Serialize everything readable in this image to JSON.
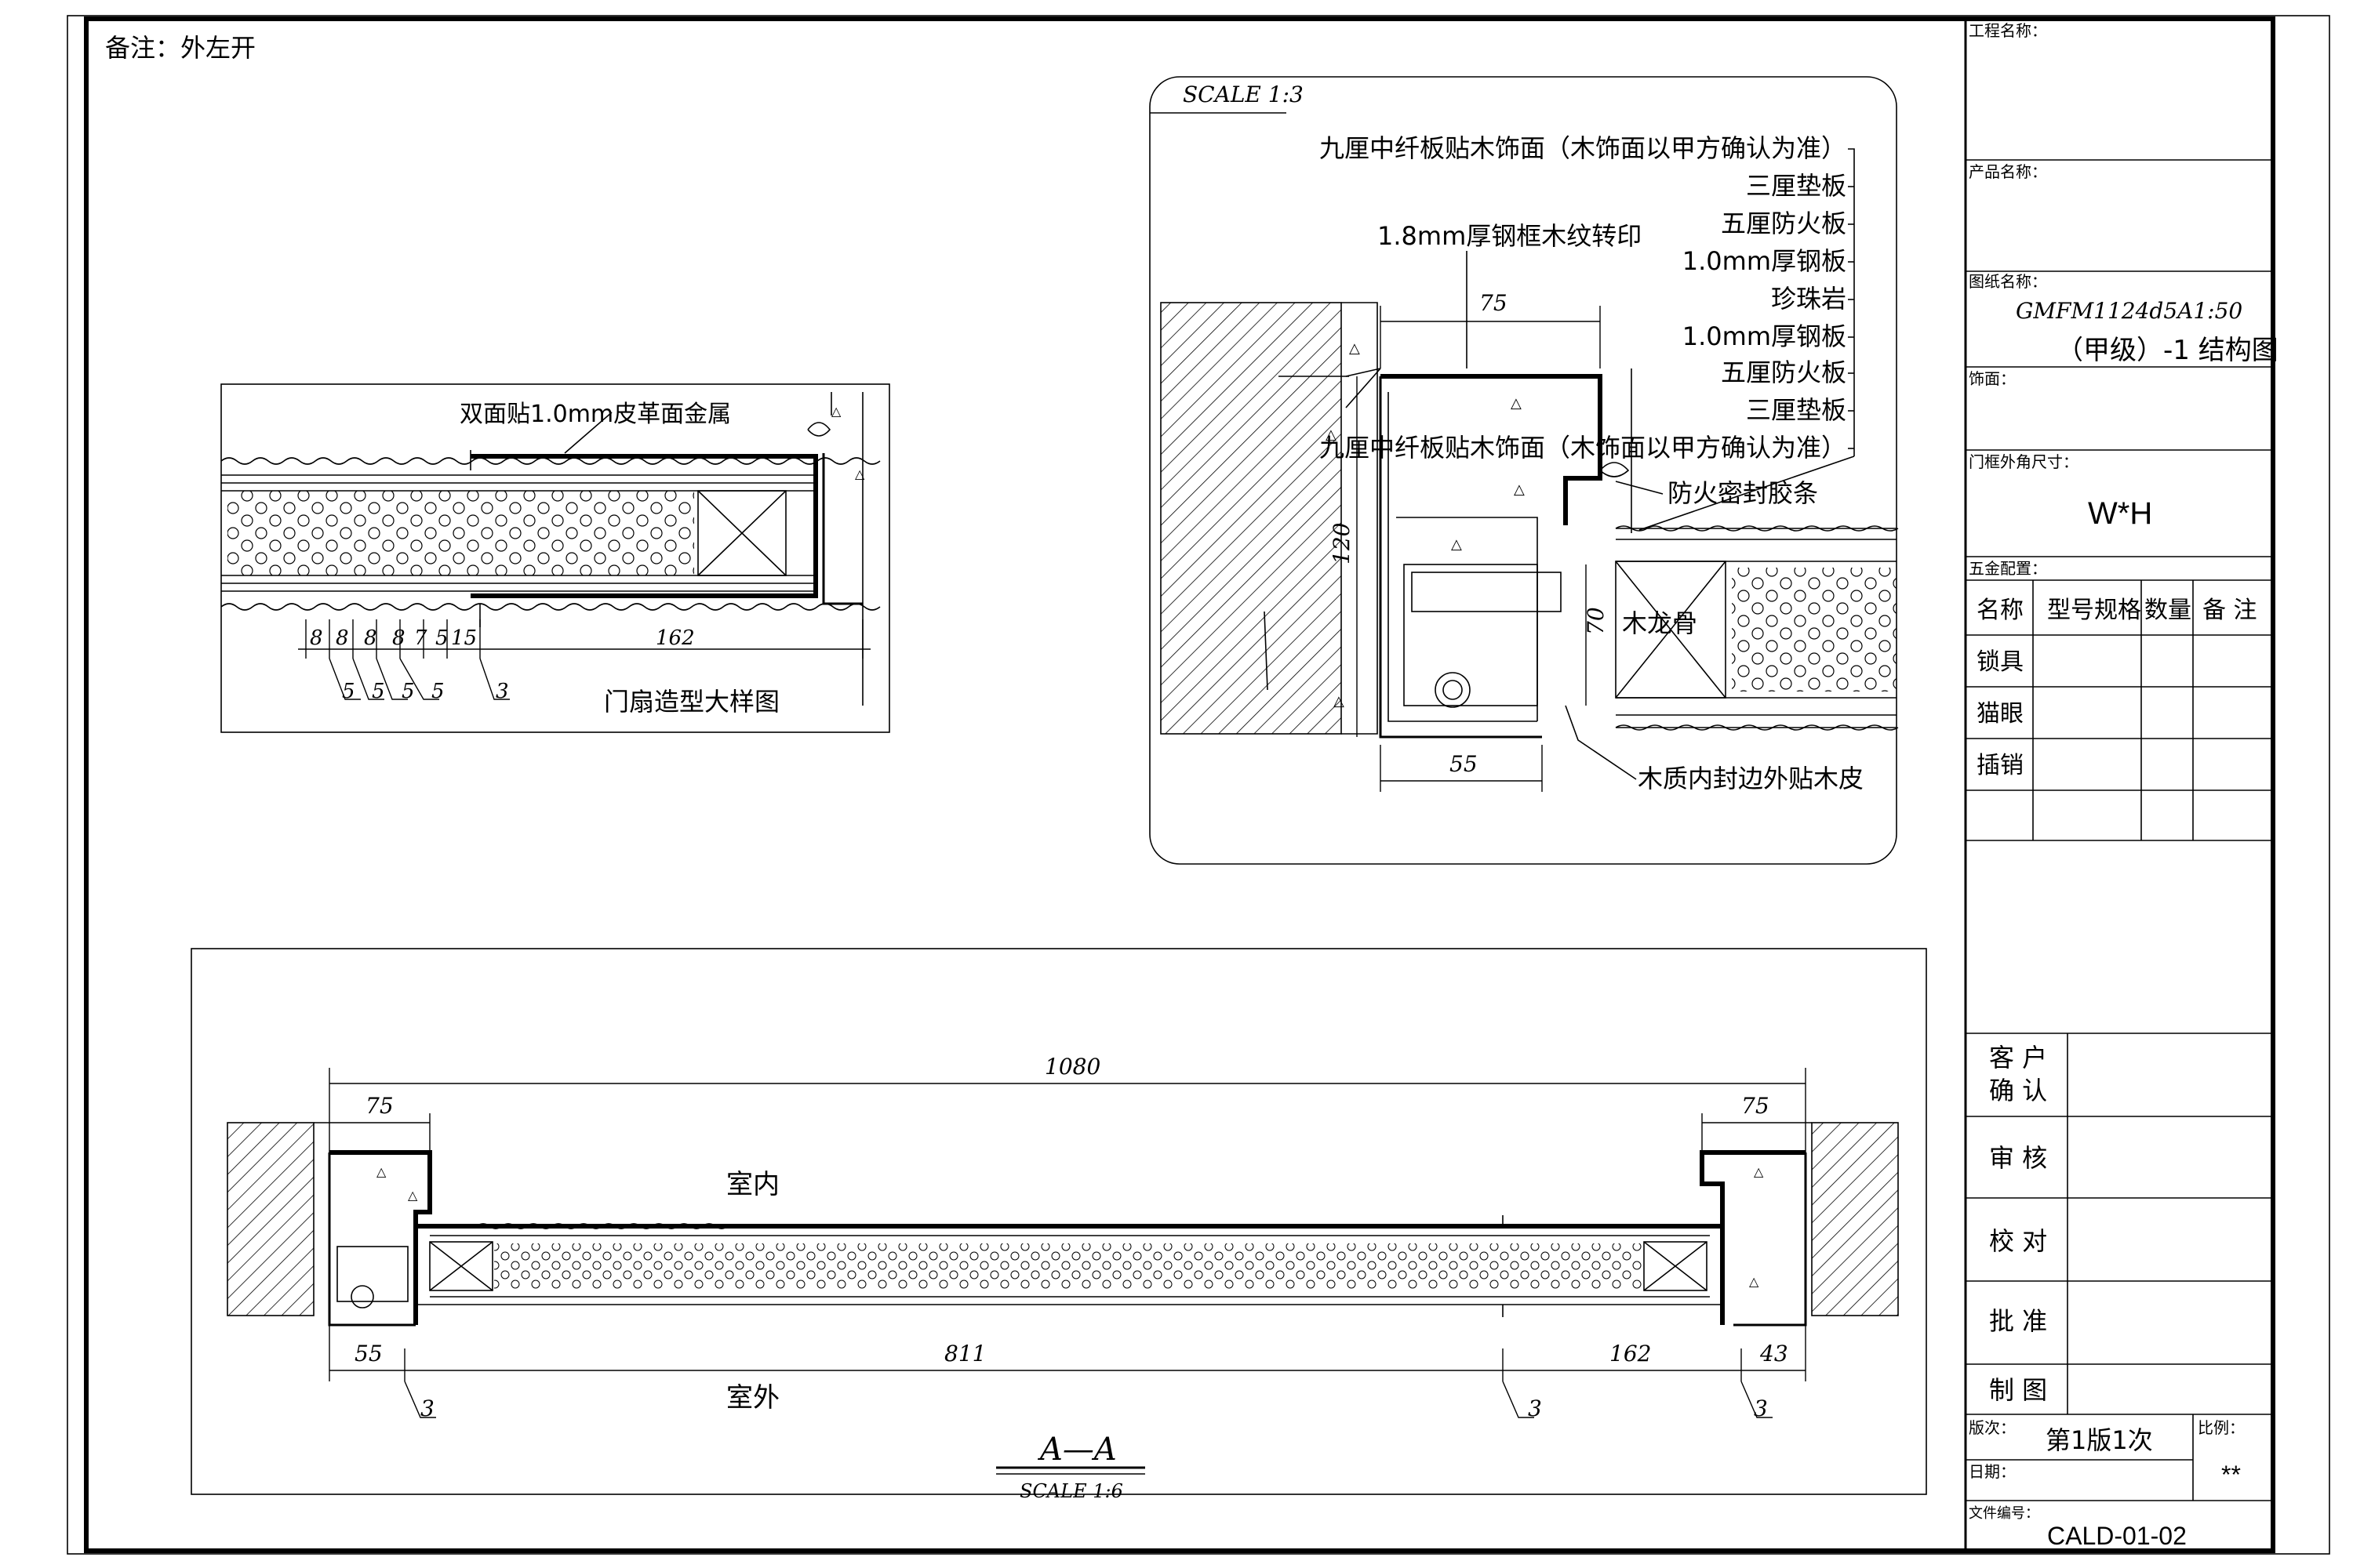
{
  "note": "备注：外左开",
  "detail_left": {
    "title": "门扇造型大样图",
    "label_face": "双面贴1.0mm皮革面金属",
    "dims_top": [
      "8",
      "8",
      "8",
      "8",
      "7",
      "5",
      "15"
    ],
    "dim_162": "162",
    "dims_bottom": [
      "5",
      "5",
      "5",
      "5",
      "3"
    ]
  },
  "detail_right": {
    "scale": "SCALE  1:3",
    "labels": [
      "九厘中纤板贴木饰面（木饰面以甲方确认为准）",
      "三厘垫板",
      "五厘防火板",
      "1.0mm厚钢板",
      "珍珠岩",
      "1.0mm厚钢板",
      "五厘防火板",
      "三厘垫板",
      "九厘中纤板贴木饰面（木饰面以甲方确认为准）"
    ],
    "label_frame": "1.8mm厚钢框木纹转印",
    "label_seal": "防火密封胶条",
    "label_keel": "木龙骨",
    "label_edge": "木质内封边外贴木皮",
    "dim_75": "75",
    "dim_120": "120",
    "dim_70": "70",
    "dim_55": "55"
  },
  "section": {
    "title": "A—A",
    "scale": "SCALE  1:6",
    "indoor": "室内",
    "outdoor": "室外",
    "dim_total": "1080",
    "dim_75_left": "75",
    "dim_75_right": "75",
    "dim_55": "55",
    "dim_811": "811",
    "dim_162": "162",
    "dim_43": "43",
    "dim_3a": "3",
    "dim_3b": "3",
    "dim_3c": "3"
  },
  "title_block": {
    "project_label": "工程名称：",
    "product_label": "产品名称：",
    "drawing_label": "图纸名称：",
    "drawing_name_1": "GMFM1124d5A1:50",
    "drawing_name_2": "（甲级）-1 结构图",
    "finish_label": "饰面：",
    "size_label": "门框外角尺寸：",
    "size_value": "W*H",
    "hardware_label": "五金配置：",
    "hw_headers": [
      "名称",
      "型号规格",
      "数量",
      "备 注"
    ],
    "hw_items": [
      "锁具",
      "猫眼",
      "插销"
    ],
    "sign_rows": [
      [
        "客 户",
        "确 认"
      ],
      [
        "审 核"
      ],
      [
        "校 对"
      ],
      [
        "批 准"
      ],
      [
        "制 图"
      ]
    ],
    "version_label": "版次：",
    "version_value": "第1版1次",
    "ratio_label": "比例：",
    "ratio_value": "**",
    "date_label": "日期：",
    "file_label": "文件编号：",
    "file_value": "CALD-01-02"
  }
}
